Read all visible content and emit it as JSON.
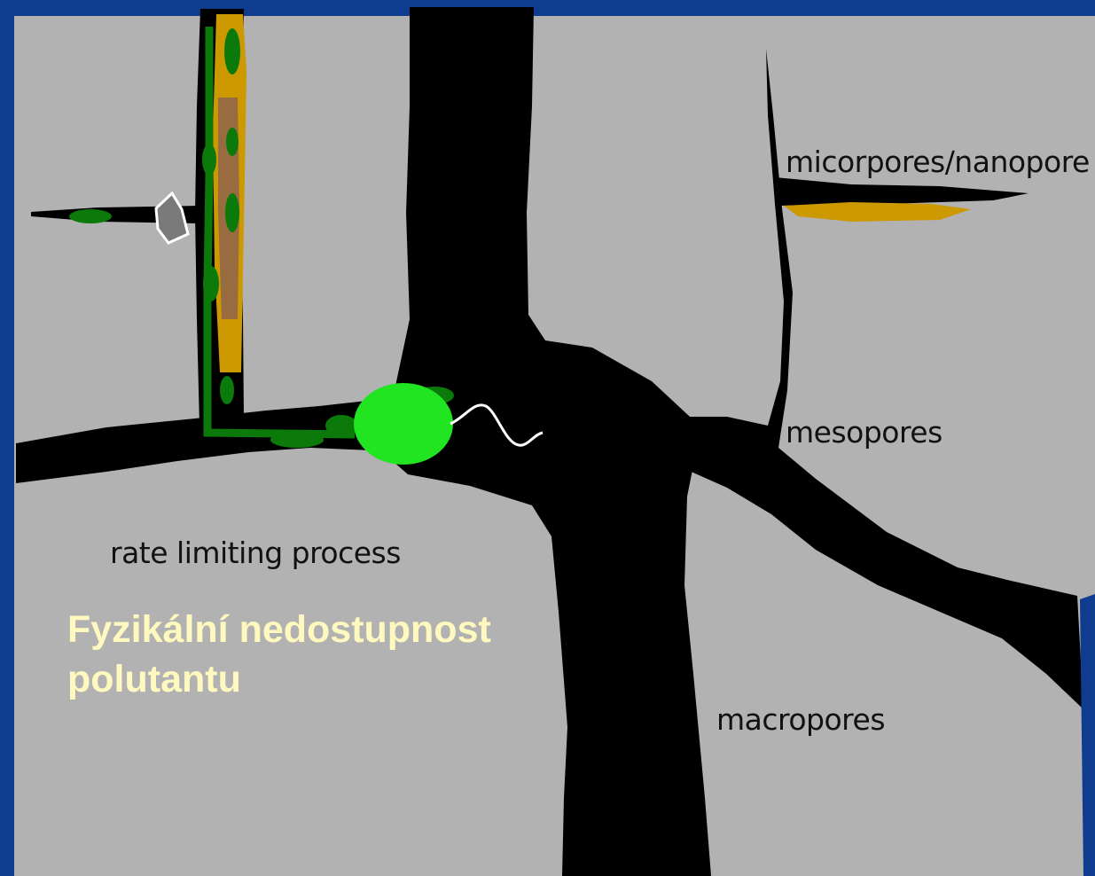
{
  "labels": {
    "micropores": "micorpores/nanopore",
    "mesopores": "mesopores",
    "rate_limiting": "rate limiting process",
    "macropores": "macropores"
  },
  "title": {
    "line1": "Fyzikální nedostupnost",
    "line2": "polutantu"
  },
  "colors": {
    "frame": "#0f3c8f",
    "soil_matrix": "#b2b2b2",
    "pore": "#000000",
    "pollutant_sorbed": "#cc9900",
    "pollutant_brown": "#996b40",
    "biofilm": "#0b7a0b",
    "bacterium": "#21e521",
    "flagellum": "#ffffff",
    "particle": "#7a7a7a",
    "title_text": "#fff9bf"
  }
}
